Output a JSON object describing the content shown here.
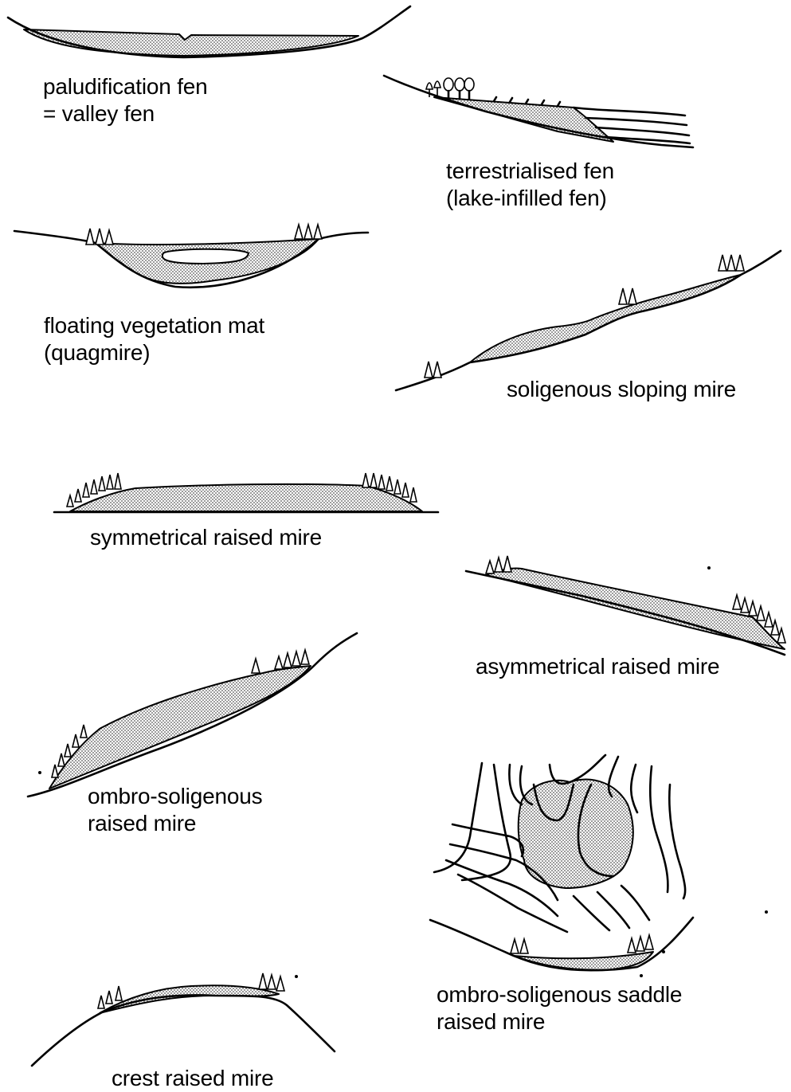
{
  "labels": {
    "valley_fen": [
      "paludification fen",
      "= valley fen"
    ],
    "terrestrialised_fen": [
      "terrestrialised fen",
      "(lake-infilled fen)"
    ],
    "floating_mat": [
      "floating vegetation mat",
      "(quagmire)"
    ],
    "sloping_mire": [
      "soligenous sloping mire"
    ],
    "symmetrical": [
      "symmetrical raised mire"
    ],
    "asymmetrical": [
      "asymmetrical raised mire"
    ],
    "ombro_soligenous": [
      "ombro-soligenous",
      "raised mire"
    ],
    "saddle": [
      "ombro-soligenous saddle",
      "raised mire"
    ],
    "crest": [
      "crest raised mire"
    ]
  },
  "colors": {
    "ink": "#000000",
    "paper": "#ffffff",
    "stipple": "#555555"
  }
}
